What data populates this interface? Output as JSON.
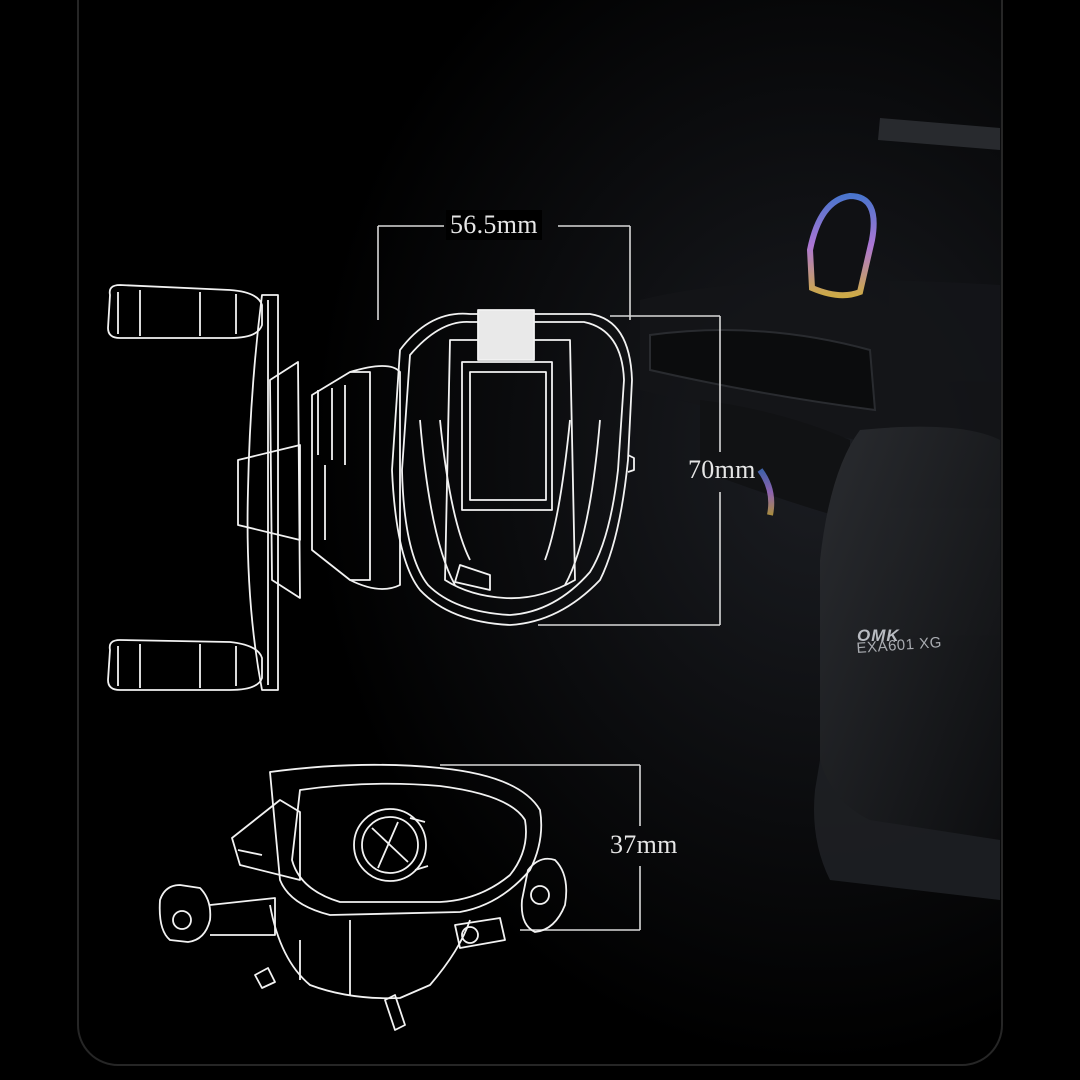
{
  "dimensions": {
    "width": "56.5mm",
    "height": "70mm",
    "depth": "37mm"
  },
  "product": {
    "brand_mark": "OMK",
    "model": "EXA601 XG"
  },
  "colors": {
    "background": "#000000",
    "line_art": "#f2f2f2",
    "dimension_line": "#d9d9d9",
    "frame": "#2a2a2a"
  }
}
